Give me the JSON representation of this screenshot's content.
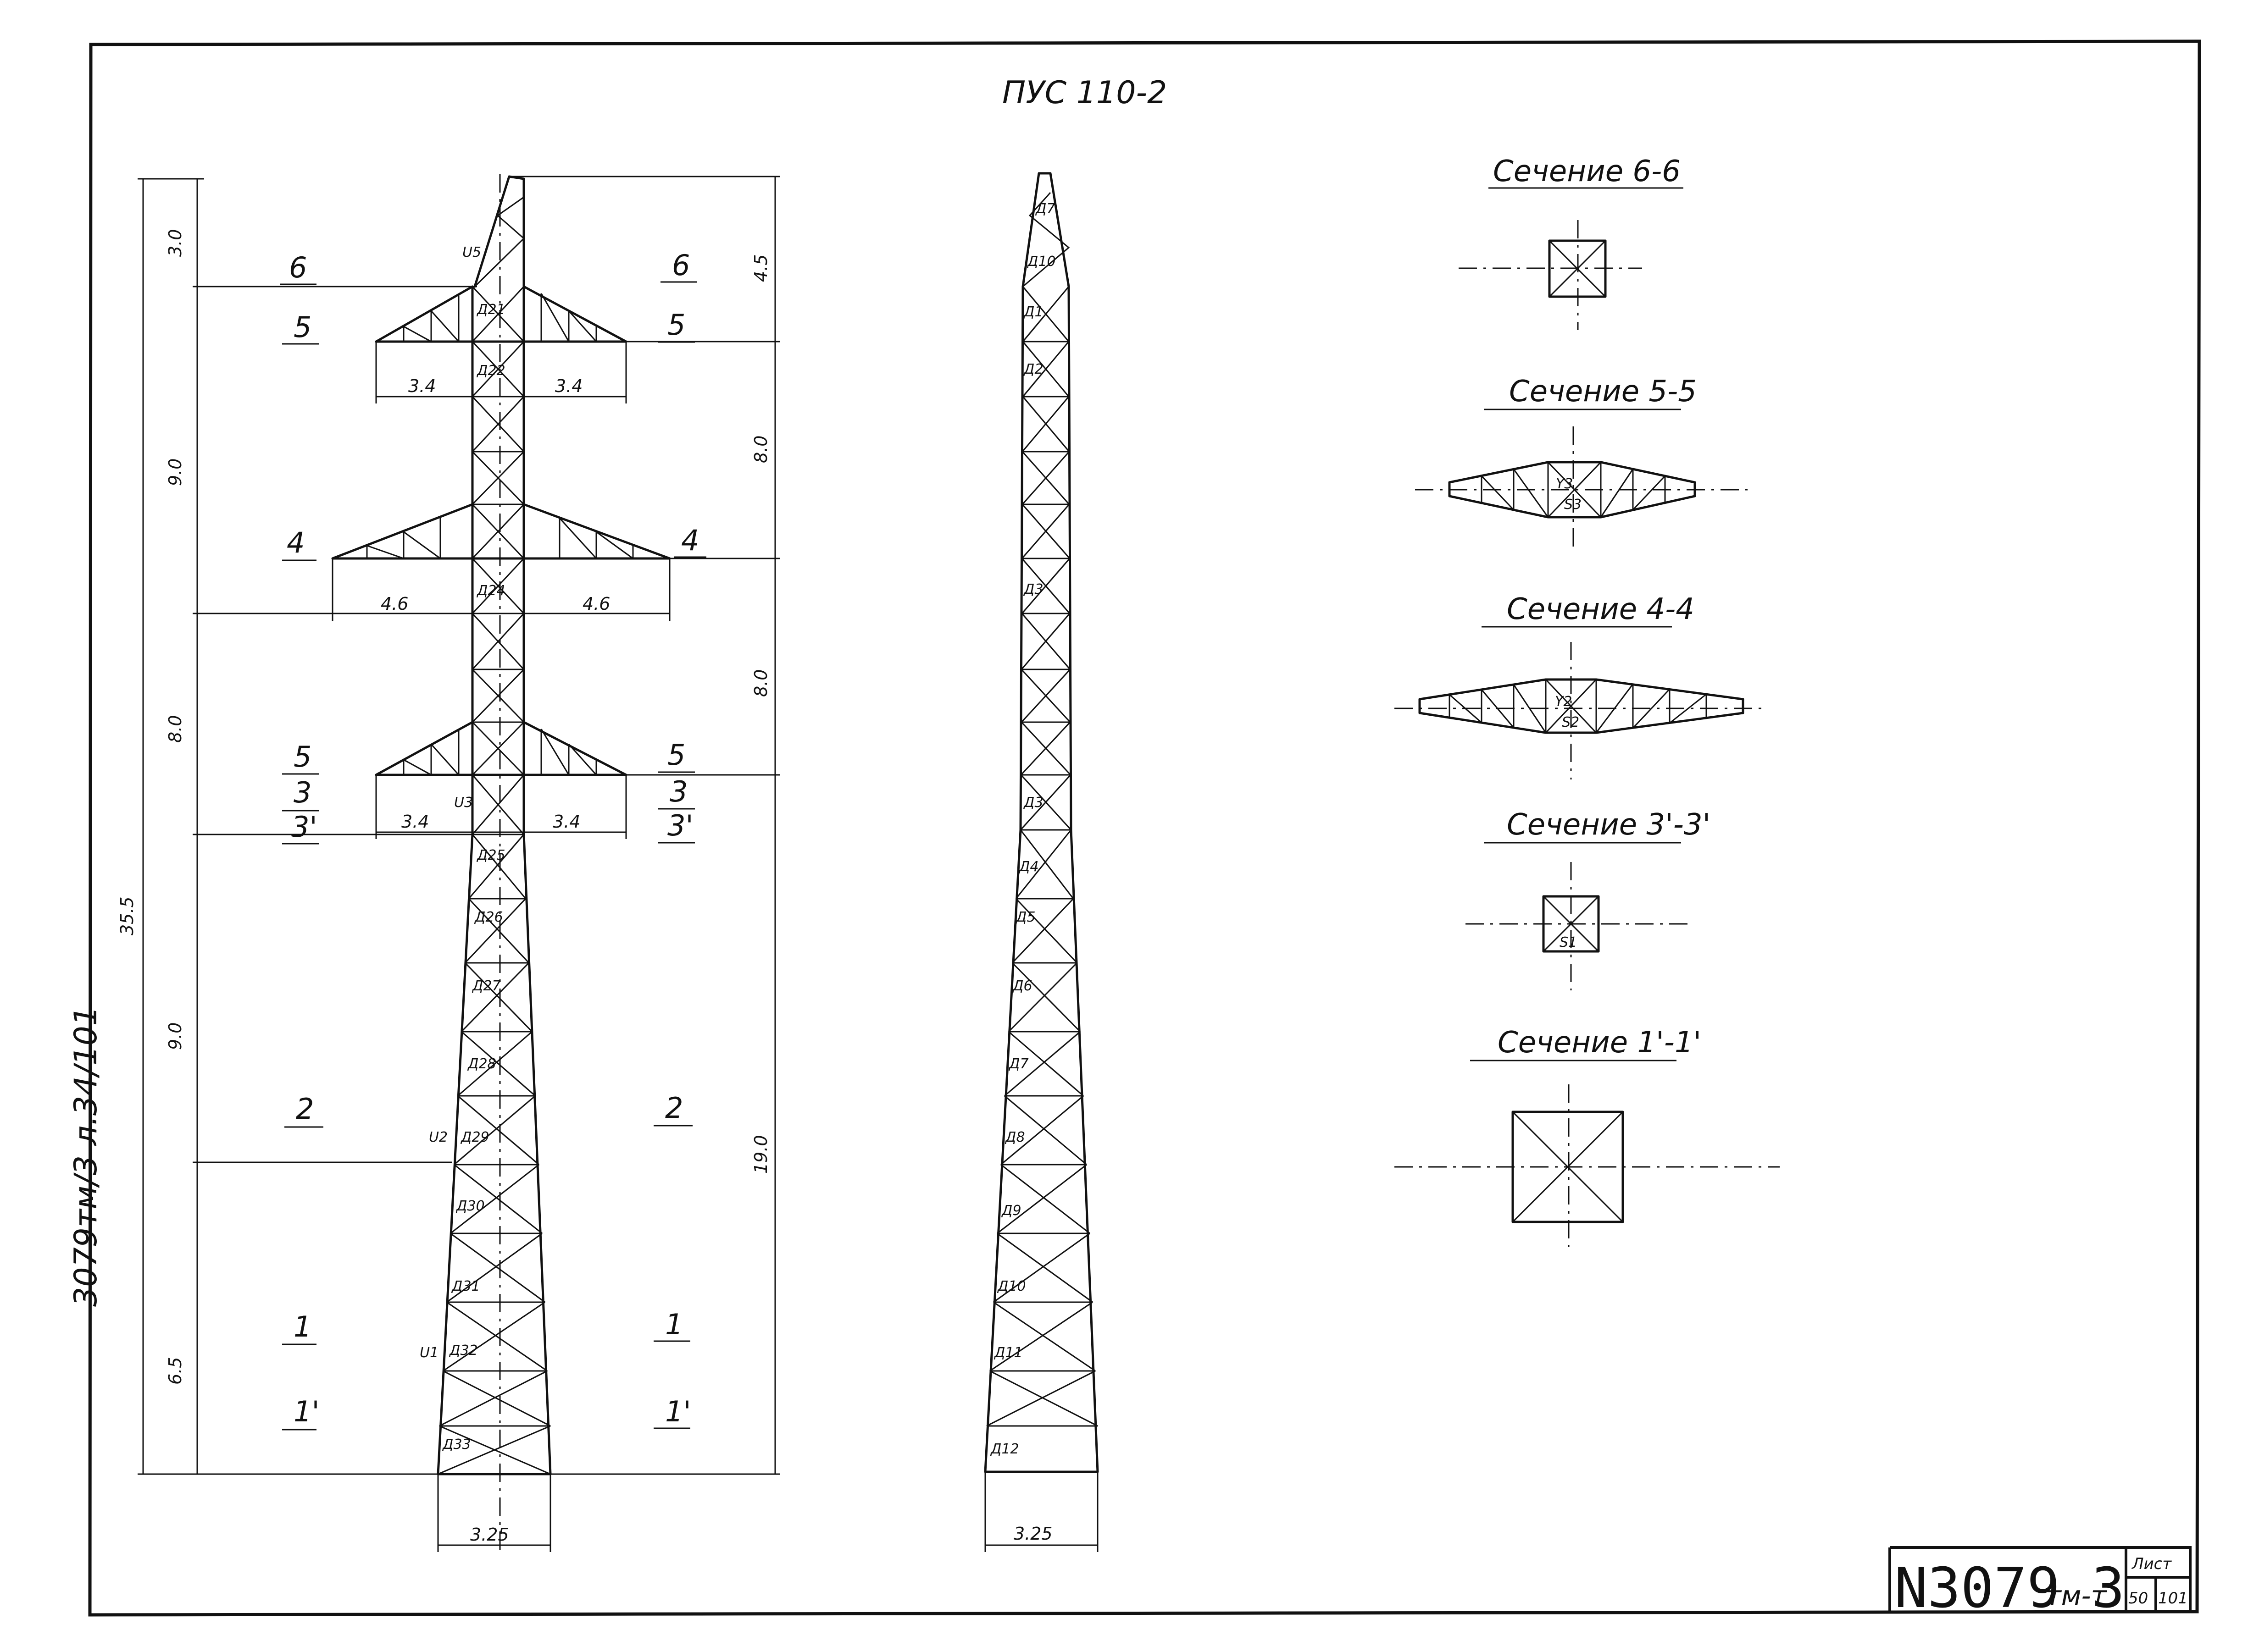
{
  "title": "ПУС 110-2",
  "side_note": "3079тм/3   л.34/101",
  "sections": [
    {
      "label": "Сечение 6-6"
    },
    {
      "label": "Сечение 5-5",
      "marks": [
        "Y3",
        "S3"
      ]
    },
    {
      "label": "Сечение 4-4",
      "marks": [
        "Y2",
        "S2"
      ]
    },
    {
      "label": "Сечение 3'-3'",
      "marks": [
        "S1"
      ]
    },
    {
      "label": "Сечение 1'-1'"
    }
  ],
  "front_view": {
    "total_height": "35.5",
    "left_dims": [
      "3.0",
      "9.0",
      "8.0",
      "9.0",
      "6.5"
    ],
    "right_dims": [
      "4.5",
      "8.0",
      "8.0",
      "19.0"
    ],
    "arm_dims": {
      "top": [
        "3.4",
        "3.4"
      ],
      "middle": [
        "4.6",
        "4.6"
      ],
      "bottom": [
        "3.4",
        "3.4"
      ]
    },
    "base_width": "3.25",
    "section_marks_left": [
      "6",
      "5",
      "4",
      "5",
      "3",
      "3'",
      "2",
      "1",
      "1'"
    ],
    "section_marks_right": [
      "6",
      "5",
      "4",
      "5",
      "3",
      "3'",
      "2",
      "1",
      "1'"
    ],
    "member_labels": [
      "U5",
      "Д21",
      "Д22",
      "Д24",
      "Д25",
      "Д26",
      "Д27",
      "Д28",
      "Д29",
      "Д30",
      "Д31",
      "Д32",
      "Д33",
      "U2",
      "U1",
      "U3"
    ]
  },
  "side_view": {
    "base_width": "3.25",
    "member_labels": [
      "Д7",
      "Д10",
      "Д1",
      "Д2",
      "Д3",
      "Д3",
      "Д4",
      "Д5",
      "Д6",
      "Д7",
      "Д8",
      "Д9",
      "Д10",
      "Д11",
      "Д12"
    ]
  },
  "stamp": {
    "doc_number": "N3079",
    "doc_suffix": "тм-т",
    "doc_volume": "3",
    "sheet_label": "Лист",
    "sheet": "50",
    "sheets_total": "101"
  }
}
